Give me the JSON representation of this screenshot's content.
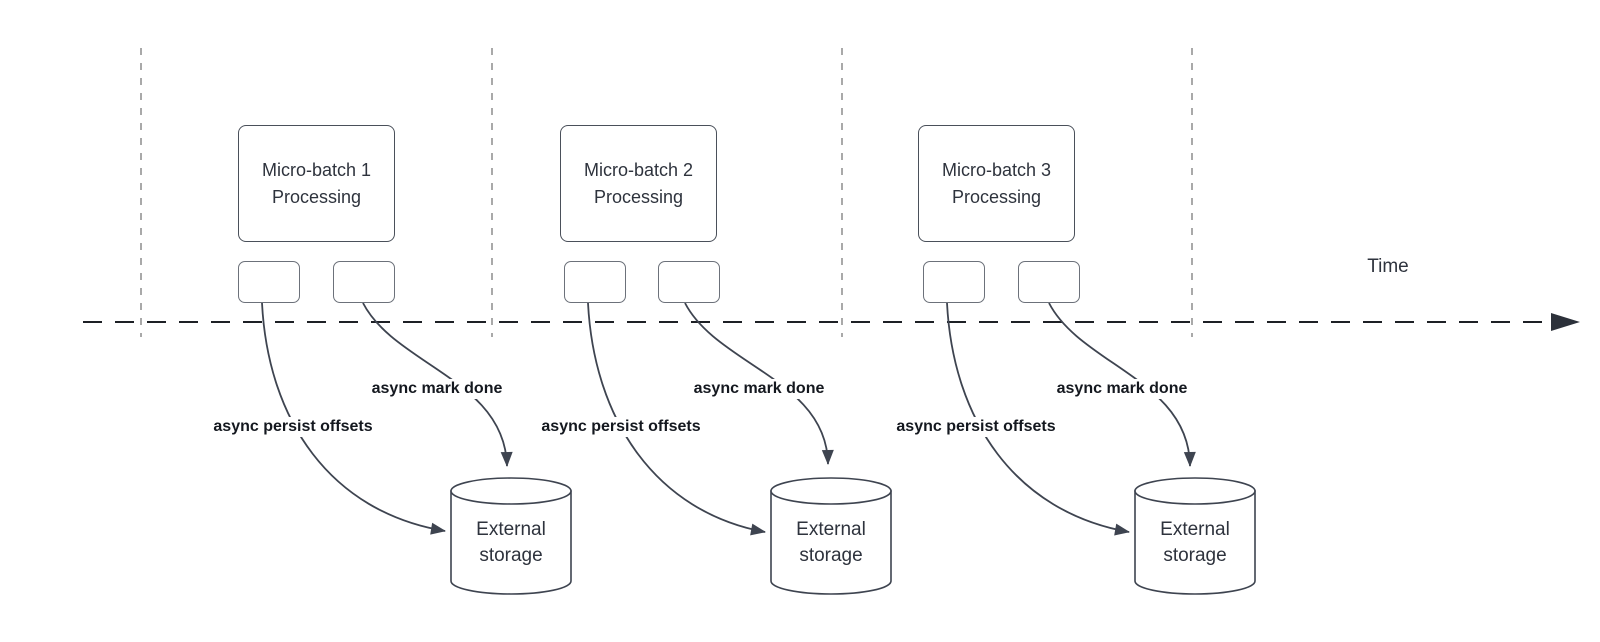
{
  "time_axis_label": "Time",
  "colors": {
    "background": "#ffffff",
    "node_border": "#4a505a",
    "small_node_border": "#6c717a",
    "edge_stroke": "#3e4450",
    "timeline_stroke": "#1d2025",
    "gridline_stroke": "#a9a9a9",
    "node_text": "#2e333d",
    "edge_label_text": "#14181f"
  },
  "groups": [
    {
      "title": "Micro-batch 1",
      "subtitle": "Processing",
      "persist_label": "async persist offsets",
      "done_label": "async mark done",
      "storage_label": "External storage"
    },
    {
      "title": "Micro-batch 2",
      "subtitle": "Processing",
      "persist_label": "async persist offsets",
      "done_label": "async mark done",
      "storage_label": "External storage"
    },
    {
      "title": "Micro-batch 3",
      "subtitle": "Processing",
      "persist_label": "async persist offsets",
      "done_label": "async mark done",
      "storage_label": "External storage"
    }
  ]
}
